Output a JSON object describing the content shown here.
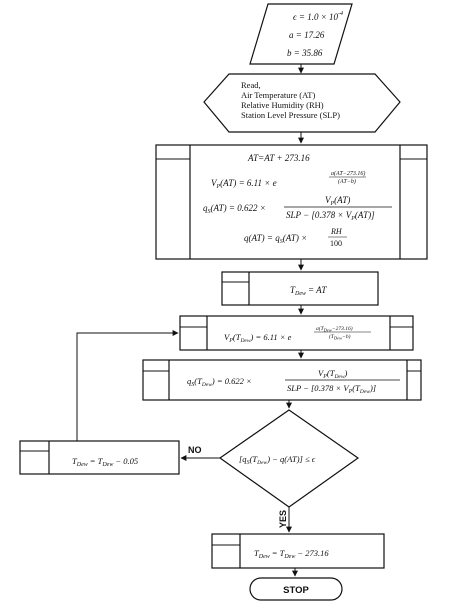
{
  "constants": {
    "epsilon": "ϵ = 1.0 × 10",
    "epsilon_exp": "-4",
    "a": "a = 17.26",
    "b": "b = 35.86"
  },
  "read": {
    "heading": "Read,",
    "air_temperature": "Air Temperature (AT)",
    "relative_humidity": "Relative Humidity (RH)",
    "station_pressure": "Station Level Pressure (SLP)"
  },
  "compute_block": {
    "at_eq": "AT=AT + 273.16",
    "vp_lhs": "V",
    "vp_sub": "P",
    "vp_mid": "(AT) = 6.11 × e",
    "vp_exp_num": "a(AT−273.16)",
    "vp_exp_den": "(AT−b)",
    "qs_lhs": "q",
    "qs_sub": "S",
    "qs_mid": "(AT) = 0.622 ×",
    "qs_num": "V",
    "qs_num_sub": "P",
    "qs_num_arg": "(AT)",
    "qs_den": "SLP − [0.378 × V",
    "qs_den_sub": "P",
    "qs_den_tail": "(AT)]",
    "q_lhs": "q(AT) = q",
    "q_sub": "S",
    "q_mid": "(AT) ×",
    "q_num": "RH",
    "q_den": "100"
  },
  "tdew_init": {
    "lhs": "T",
    "sub": "Dew",
    "rhs": "= AT"
  },
  "vp_tdew": {
    "lhs": "V",
    "lhs_sub": "P",
    "arg": "(T",
    "arg_sub": "Dew",
    "mid": ") = 6.11 × e",
    "exp_num": "a(T",
    "exp_num_sub": "Dew",
    "exp_num_tail": "−273.16)",
    "exp_den": "(T",
    "exp_den_sub": "Dew",
    "exp_den_tail": "−b)"
  },
  "qs_tdew": {
    "lhs": "q",
    "lhs_sub": "S",
    "arg": "(T",
    "arg_sub": "Dew",
    "mid": ") = 0.622 ×",
    "num": "V",
    "num_sub": "P",
    "num_arg": "(T",
    "num_arg_sub": "Dew",
    "num_tail": ")",
    "den": "SLP − [0.378 × V",
    "den_sub": "P",
    "den_arg": "(T",
    "den_arg_sub": "Dew",
    "den_tail": ")]"
  },
  "decision": {
    "text_a": "[q",
    "sub_s": "S",
    "text_b": "(T",
    "sub_dew": "Dew",
    "text_c": ") − q(AT)] ≤ ϵ"
  },
  "decrement": {
    "lhs": "T",
    "lhs_sub": "Dew",
    "mid": "= T",
    "mid_sub": "Dew",
    "rhs": "− 0.05"
  },
  "final": {
    "lhs": "T",
    "lhs_sub": "Dew",
    "mid": "= T",
    "mid_sub": "Dew",
    "rhs": "− 273.16"
  },
  "labels": {
    "no": "NO",
    "yes": "YES",
    "stop": "STOP"
  }
}
